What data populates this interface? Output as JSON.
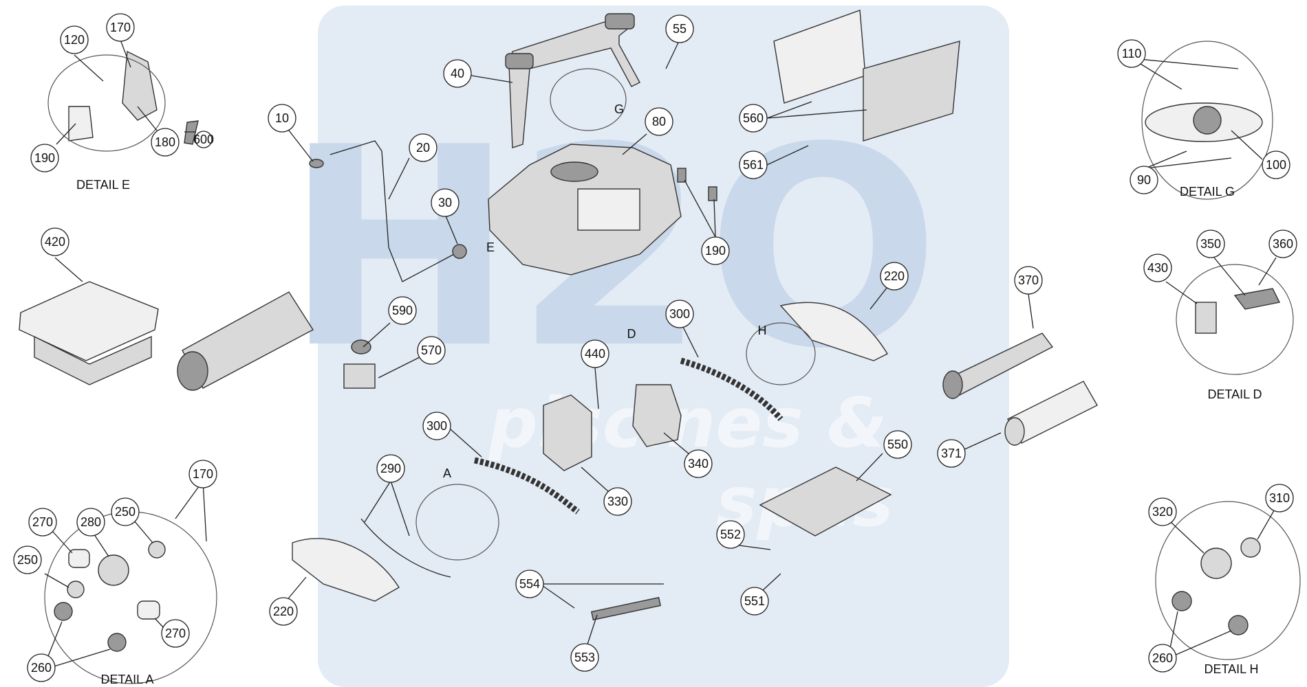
{
  "watermark": {
    "brand_mark": "H2O",
    "text_line1": "piscines &",
    "text_line2": "spas",
    "colors": {
      "panel": "#e3ebf4",
      "mark": "#c4d5e8"
    }
  },
  "details": [
    {
      "id": "E",
      "caption": "DETAIL E"
    },
    {
      "id": "G",
      "caption": "DETAIL G"
    },
    {
      "id": "D",
      "caption": "DETAIL D"
    },
    {
      "id": "A",
      "caption": "DETAIL A"
    },
    {
      "id": "H",
      "caption": "DETAIL H"
    }
  ],
  "detail_letters": [
    "G",
    "E",
    "D",
    "H",
    "A"
  ],
  "part_numbers": {
    "10": "10",
    "20": "20",
    "30": "30",
    "40": "40",
    "55": "55",
    "80": "80",
    "90": "90",
    "100": "100",
    "110": "110",
    "120": "120",
    "170": "170",
    "180": "180",
    "190": "190",
    "220": "220",
    "250": "250",
    "260": "260",
    "270": "270",
    "280": "280",
    "290": "290",
    "300": "300",
    "310": "310",
    "320": "320",
    "330": "330",
    "340": "340",
    "350": "350",
    "360": "360",
    "370": "370",
    "371": "371",
    "420": "420",
    "430": "430",
    "440": "440",
    "550": "550",
    "551": "551",
    "552": "552",
    "553": "553",
    "554": "554",
    "560": "560",
    "561": "561",
    "570": "570",
    "590": "590",
    "600": "600"
  }
}
